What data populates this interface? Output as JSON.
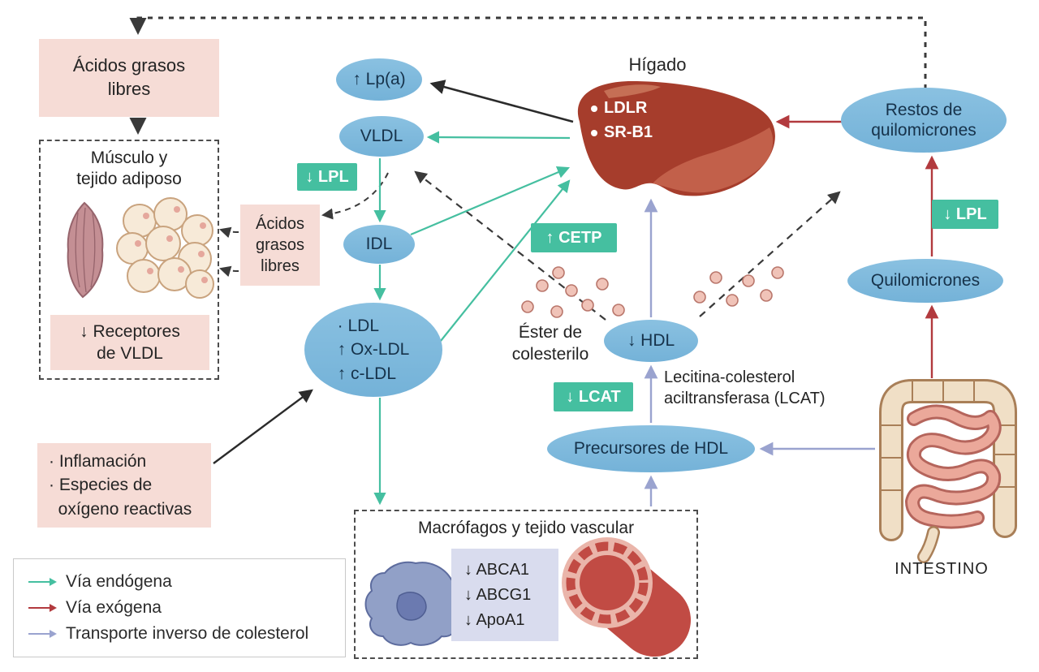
{
  "colors": {
    "via_endogena": "#45bfa0",
    "via_exogena": "#b23a3e",
    "transporte_inverso": "#9aa3cf",
    "node_blue": "#7cb8db",
    "tag_green": "#45bfa0",
    "box_pink": "#f6dcd6",
    "box_purple": "#d9dcee"
  },
  "nodes": {
    "ffa_top": "Ácidos grasos\nlibres",
    "muscle_title": "Músculo y\ntejido adiposo",
    "vldl_receptors": "↓ Receptores\nde VLDL",
    "lpa": "↑ Lp(a)",
    "vldl": "VLDL",
    "lpl_left": "↓ LPL",
    "ffa_mid": "Ácidos\ngrasos\nlibres",
    "idl": "IDL",
    "ldl": [
      "· LDL",
      "↑ Ox-LDL",
      "↑ c-LDL"
    ],
    "higado": "Hígado",
    "liver_markers": [
      "LDLR",
      "SR-B1"
    ],
    "cetp": "↑ CETP",
    "ester": "Éster de\ncolesterilo",
    "hdl": "↓ HDL",
    "lcat_tag": "↓ LCAT",
    "lcat_label": "Lecitina-colesterol\naciltransferasa (LCAT)",
    "precursores": "Precursores de HDL",
    "restos": "Restos de\nquilomicrones",
    "lpl_right": "↓ LPL",
    "quilomicrones": "Quilomicrones",
    "intestino": "INTESTINO",
    "inflamacion": "· Inflamación\n· Especies de\n  oxígeno reactivas",
    "macrofagos_title": "Macrófagos y tejido vascular",
    "transporters": [
      "↓ ABCA1",
      "↓ ABCG1",
      "↓ ApoA1"
    ]
  },
  "legend": {
    "items": [
      {
        "label": "Vía endógena",
        "color": "#45bfa0"
      },
      {
        "label": "Vía exógena",
        "color": "#b23a3e"
      },
      {
        "label": "Transporte inverso de colesterol",
        "color": "#9aa3cf"
      }
    ]
  }
}
